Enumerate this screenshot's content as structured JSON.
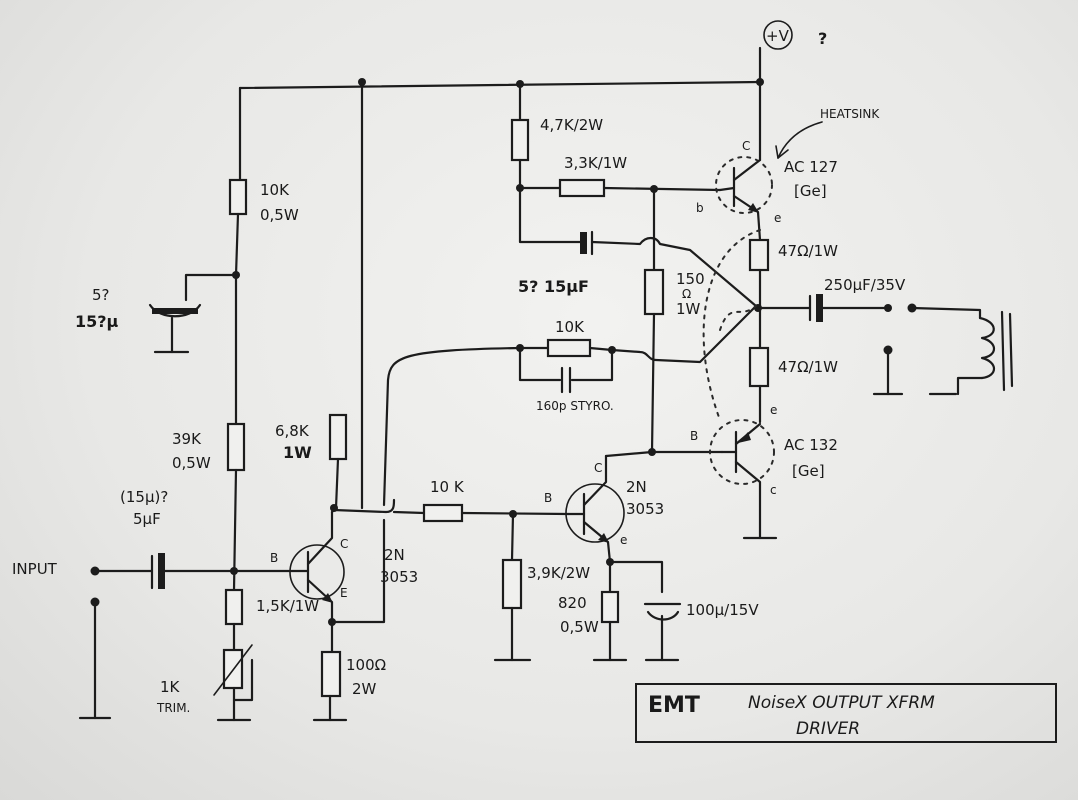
{
  "title": {
    "brand": "EMT",
    "line1": "NoiseX OUTPUT XFRM",
    "line2": "DRIVER"
  },
  "supply": {
    "label": "+V",
    "note": "?"
  },
  "heatsink": "HEATSINK",
  "input_label": "INPUT",
  "components": {
    "r_10k_top": [
      "10K",
      "0,5W"
    ],
    "c_bias": [
      "5?",
      "15?μ"
    ],
    "r_39k": [
      "39K",
      "0,5W"
    ],
    "c_input": [
      "(15μ)?",
      "5μF"
    ],
    "r_1k5": "1,5K/1W",
    "trim": [
      "1K",
      "TRIM."
    ],
    "r_6k8": [
      "6,8K",
      "1W"
    ],
    "q1": [
      "2N",
      "3053"
    ],
    "r_100": [
      "100Ω",
      "2W"
    ],
    "r_10k_series": "10 K",
    "r_3k9": "3,9K/2W",
    "q2": [
      "2N",
      "3053"
    ],
    "r_820": [
      "820",
      "0,5W"
    ],
    "c_emitter": "100μ/15V",
    "r_10k_fb": "10K",
    "c_fb": "160p STYRO.",
    "r_150": [
      "150",
      "Ω",
      "1W"
    ],
    "r_4k7": "4,7K/2W",
    "r_3k3": "3,3K/1W",
    "c_boot": "5? 15μF",
    "q3": [
      "AC 127",
      "[Ge]"
    ],
    "r_47_top": "47Ω/1W",
    "c_out": "250μF/35V",
    "r_47_bot": "47Ω/1W",
    "q4": [
      "AC 132",
      "[Ge]"
    ]
  },
  "pins": {
    "b": "B",
    "c": "C",
    "e": "E",
    "b_small": "b",
    "e_small": "e",
    "c_small": "c"
  },
  "icons": [
    "ground-icon",
    "transformer-icon",
    "npn-transistor-icon",
    "pnp-transistor-icon"
  ]
}
